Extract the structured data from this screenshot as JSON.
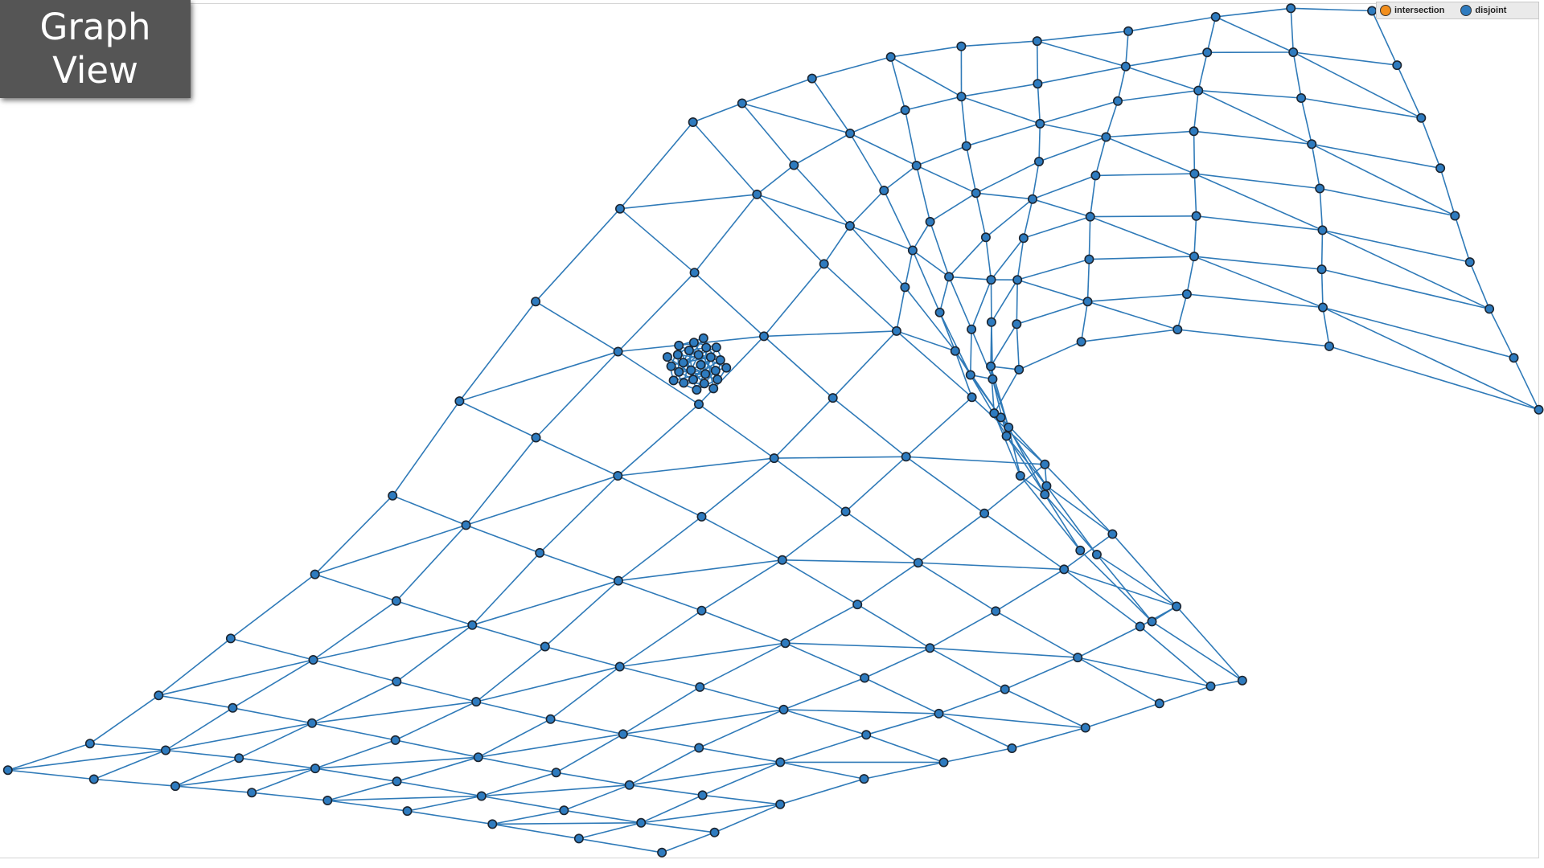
{
  "title": {
    "line1": "Graph",
    "line2": "View"
  },
  "legend": {
    "items": [
      {
        "label": "intersection",
        "color": "#f28e1c"
      },
      {
        "label": "disjoint",
        "color": "#2e7bbf"
      }
    ]
  },
  "graph": {
    "node_fill": "#2e7bbf",
    "node_stroke": "#1c2530",
    "edge_color": "#2f7ab8"
  }
}
